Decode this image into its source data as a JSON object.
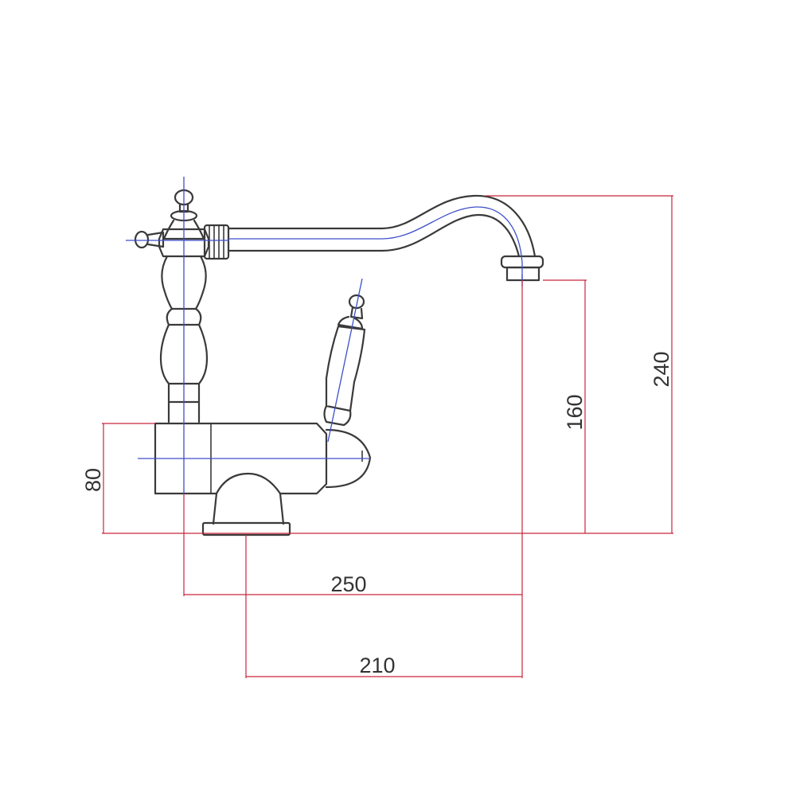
{
  "colors": {
    "outline": "#3a3a3a",
    "axis_lines": "#3d4fc9",
    "dimension_lines": "#c8263c",
    "text": "#333333"
  },
  "dimensions": {
    "height_base": "80",
    "height_spout_outlet": "160",
    "height_total": "240",
    "reach_axis_to_outlet": "250",
    "reach_base_to_outlet": "210"
  }
}
